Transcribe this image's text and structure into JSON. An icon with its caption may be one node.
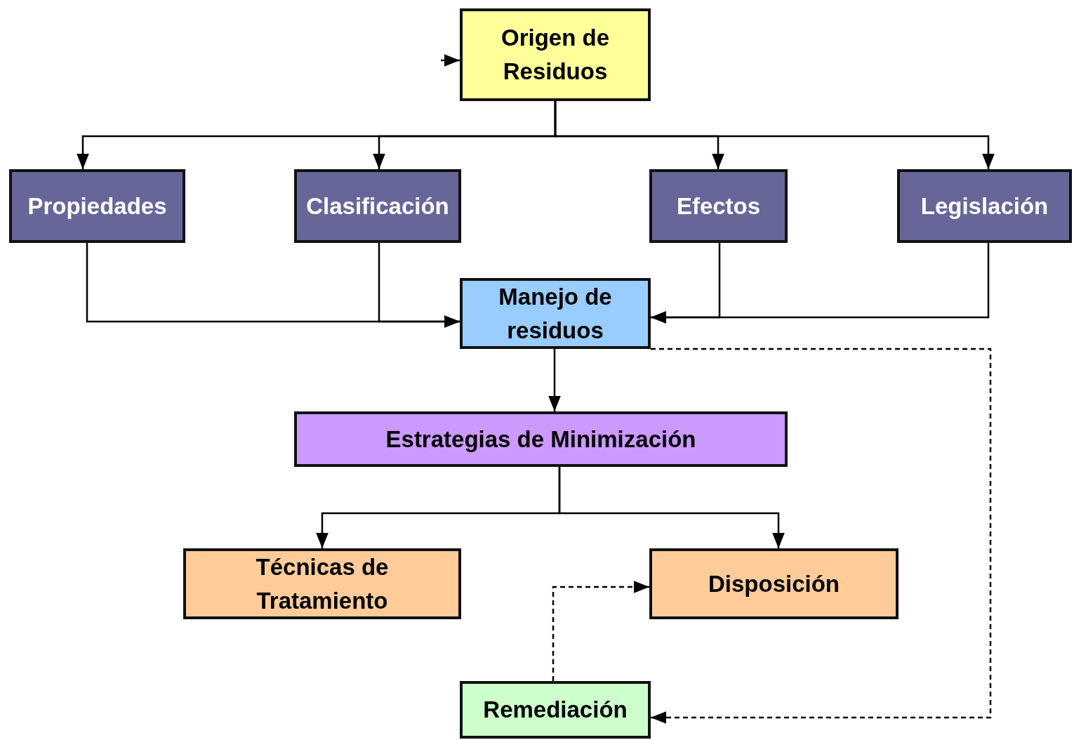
{
  "diagram": {
    "nodes": [
      {
        "text": [
          "Origen de Residuos"
        ]
      },
      {
        "text": [
          "Propiedades"
        ]
      },
      {
        "text": [
          "Clasificación"
        ]
      },
      {
        "text": [
          "Efectos"
        ]
      },
      {
        "text": [
          "Legislación"
        ]
      },
      {
        "text": [
          "Manejo de residuos"
        ]
      },
      {
        "text": [
          "Estrategias de Minimización"
        ]
      },
      {
        "text": [
          "Técnicas de Tratamiento"
        ]
      },
      {
        "text": [
          "Disposición"
        ]
      },
      {
        "text": [
          "Remediación"
        ]
      }
    ],
    "edges": [
      {
        "from": null,
        "to": 0,
        "arrow": "to"
      },
      {
        "from": 0,
        "to": 1,
        "arrow": "to"
      },
      {
        "from": 0,
        "to": 2,
        "arrow": "to"
      },
      {
        "from": 0,
        "to": 3,
        "arrow": "to"
      },
      {
        "from": 0,
        "to": 4,
        "arrow": "to"
      },
      {
        "from": 1,
        "to": 5,
        "arrow": "to"
      },
      {
        "from": 2,
        "to": 5,
        "arrow": "to"
      },
      {
        "from": 3,
        "to": 5,
        "arrow": "to"
      },
      {
        "from": 4,
        "to": 5,
        "arrow": "to"
      },
      {
        "from": 5,
        "to": 6,
        "arrow": "to"
      },
      {
        "from": 6,
        "to": 7,
        "arrow": "to"
      },
      {
        "from": 6,
        "to": 8,
        "arrow": "to"
      },
      {
        "from": 5,
        "to": 9,
        "arrow": "to",
        "style": "dashed"
      },
      {
        "from": 9,
        "to": 8,
        "arrow": "to",
        "style": "dashed"
      }
    ]
  }
}
